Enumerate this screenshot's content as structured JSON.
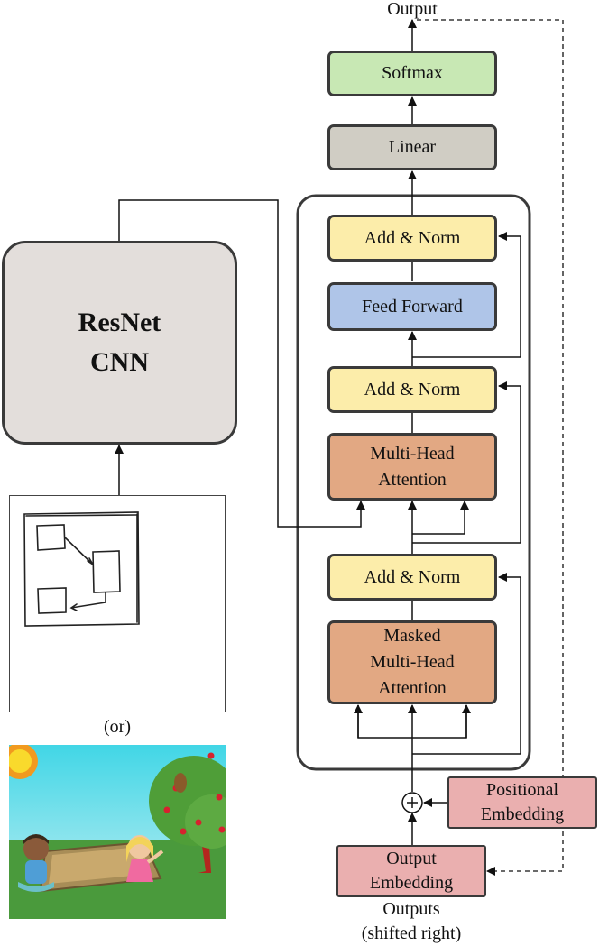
{
  "cnn": {
    "label": "ResNet\nCNN",
    "fill": "#e3dedb"
  },
  "decoder": {
    "output_label": "Output",
    "softmax": {
      "label": "Softmax",
      "fill": "#c8e8b4"
    },
    "linear": {
      "label": "Linear",
      "fill": "#d0cdc4"
    },
    "add_norm_top": {
      "label": "Add & Norm",
      "fill": "#fcedaa"
    },
    "feed_forward": {
      "label": "Feed Forward",
      "fill": "#afc5e8"
    },
    "add_norm_mid": {
      "label": "Add & Norm",
      "fill": "#fcedaa"
    },
    "multi_head_attention": {
      "label": "Multi-Head\nAttention",
      "fill": "#e2a883"
    },
    "add_norm_bottom": {
      "label": "Add & Norm",
      "fill": "#fcedaa"
    },
    "masked_attention": {
      "label": "Masked\nMulti-Head\nAttention",
      "fill": "#e2a883"
    },
    "positional_embedding": {
      "label": "Positional\nEmbedding",
      "fill": "#eaafaf"
    },
    "output_embedding": {
      "label": "Output\nEmbedding",
      "fill": "#eaafaf"
    },
    "outputs_label": "Outputs\n(shifted right)"
  },
  "inputs": {
    "or_label": "(or)",
    "sketch_image": "hand-drawn-diagram-sketch",
    "scene_image": "cartoon-scene-children-sandbox"
  }
}
